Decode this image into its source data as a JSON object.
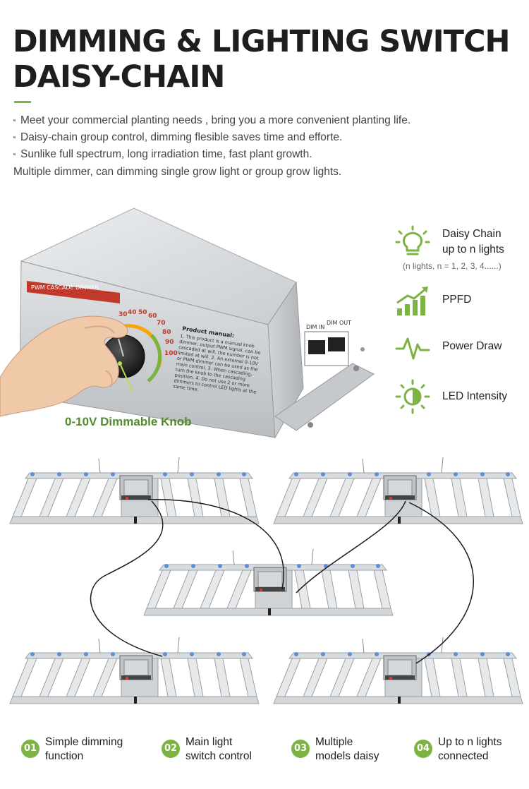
{
  "header": {
    "title_line1": "DIMMING & LIGHTING SWITCH",
    "title_line2": "DAISY-CHAIN"
  },
  "bullets": [
    "Meet your commercial planting needs , bring you a more convenient planting life.",
    "Daisy-chain group control, dimming flesible saves time and efforte.",
    "Sunlike full spectrum, long irradiation time, fast plant growth."
  ],
  "summary": "Multiple dimmer, can dimming single grow light or group grow lights.",
  "device": {
    "knob_label": "0-10V Dimmable Knob",
    "brand_label": "PWM CASCADE DIMMER",
    "port_in": "DIM IN",
    "port_out": "DIM OUT",
    "manual_title": "Product manual:",
    "manual_text": "1. This product is a manual knob dimmer, output PWM signal, can be cascaded at will, the number is not limited at will. 2. An external 0-10V or PWM dimmer can be used as the main control. 3. When cascading, turn the knob to the cascading position. 4. Do not use 2 or more dimmers to control LED lights at the same time.",
    "dial_marks": [
      "30",
      "40",
      "50",
      "60",
      "70",
      "80",
      "90",
      "100"
    ]
  },
  "features": [
    {
      "icon": "bulb-icon",
      "line1": "Daisy Chain",
      "line2": "up to n lights",
      "note": "(n lights, n = 1, 2, 3, 4......)"
    },
    {
      "icon": "chart-bars-icon",
      "line1": "PPFD"
    },
    {
      "icon": "pulse-icon",
      "line1": "Power Draw"
    },
    {
      "icon": "contrast-sun-icon",
      "line1": "LED Intensity"
    }
  ],
  "steps": [
    {
      "num": "01",
      "line1": "Simple dimming",
      "line2": "function"
    },
    {
      "num": "02",
      "line1": "Main light",
      "line2": "switch control"
    },
    {
      "num": "03",
      "line1": "Multiple",
      "line2": "models daisy"
    },
    {
      "num": "04",
      "line1": "Up to n lights",
      "line2": "connected"
    }
  ],
  "colors": {
    "accent": "#7cb342",
    "accent_dark": "#558b2f",
    "title": "#1e1e1e",
    "aluminum": "#d6d9dc"
  }
}
